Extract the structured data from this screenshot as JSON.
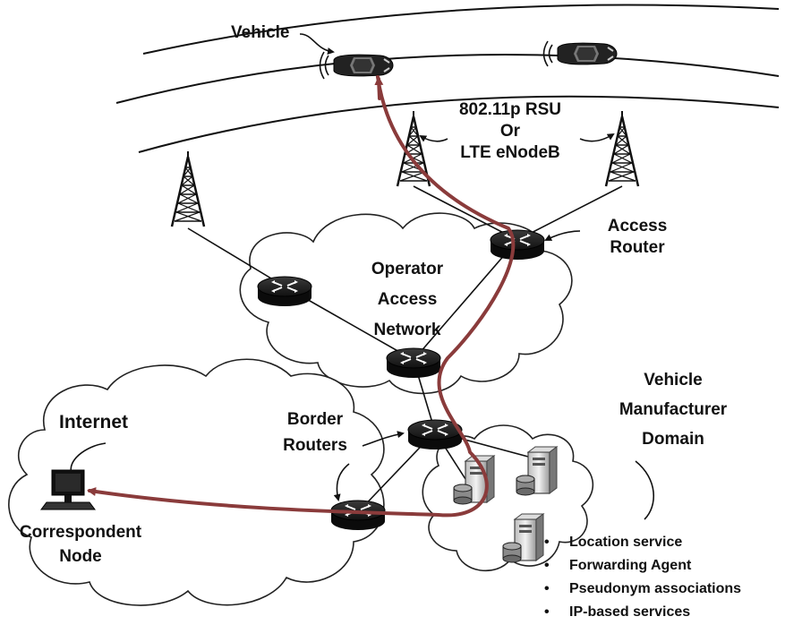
{
  "labels": {
    "vehicle": "Vehicle",
    "rsu_line1": "802.11p RSU",
    "rsu_line2": "Or",
    "rsu_line3": "LTE eNodeB",
    "access_router_line1": "Access",
    "access_router_line2": "Router",
    "operator_line1": "Operator",
    "operator_line2": "Access",
    "operator_line3": "Network",
    "vmd_line1": "Vehicle",
    "vmd_line2": "Manufacturer",
    "vmd_line3": "Domain",
    "internet": "Internet",
    "border_line1": "Border",
    "border_line2": "Routers",
    "correspondent_line1": "Correspondent",
    "correspondent_line2": "Node"
  },
  "services": [
    "Location service",
    "Forwarding Agent",
    "Pseudonym associations",
    "IP-based services"
  ],
  "colors": {
    "flow": "#8a3b3b",
    "router": "#1a1a1a",
    "ink": "#111111"
  },
  "icons": [
    "car-icon",
    "antenna-tower-icon",
    "router-icon",
    "server-icon",
    "computer-icon"
  ]
}
